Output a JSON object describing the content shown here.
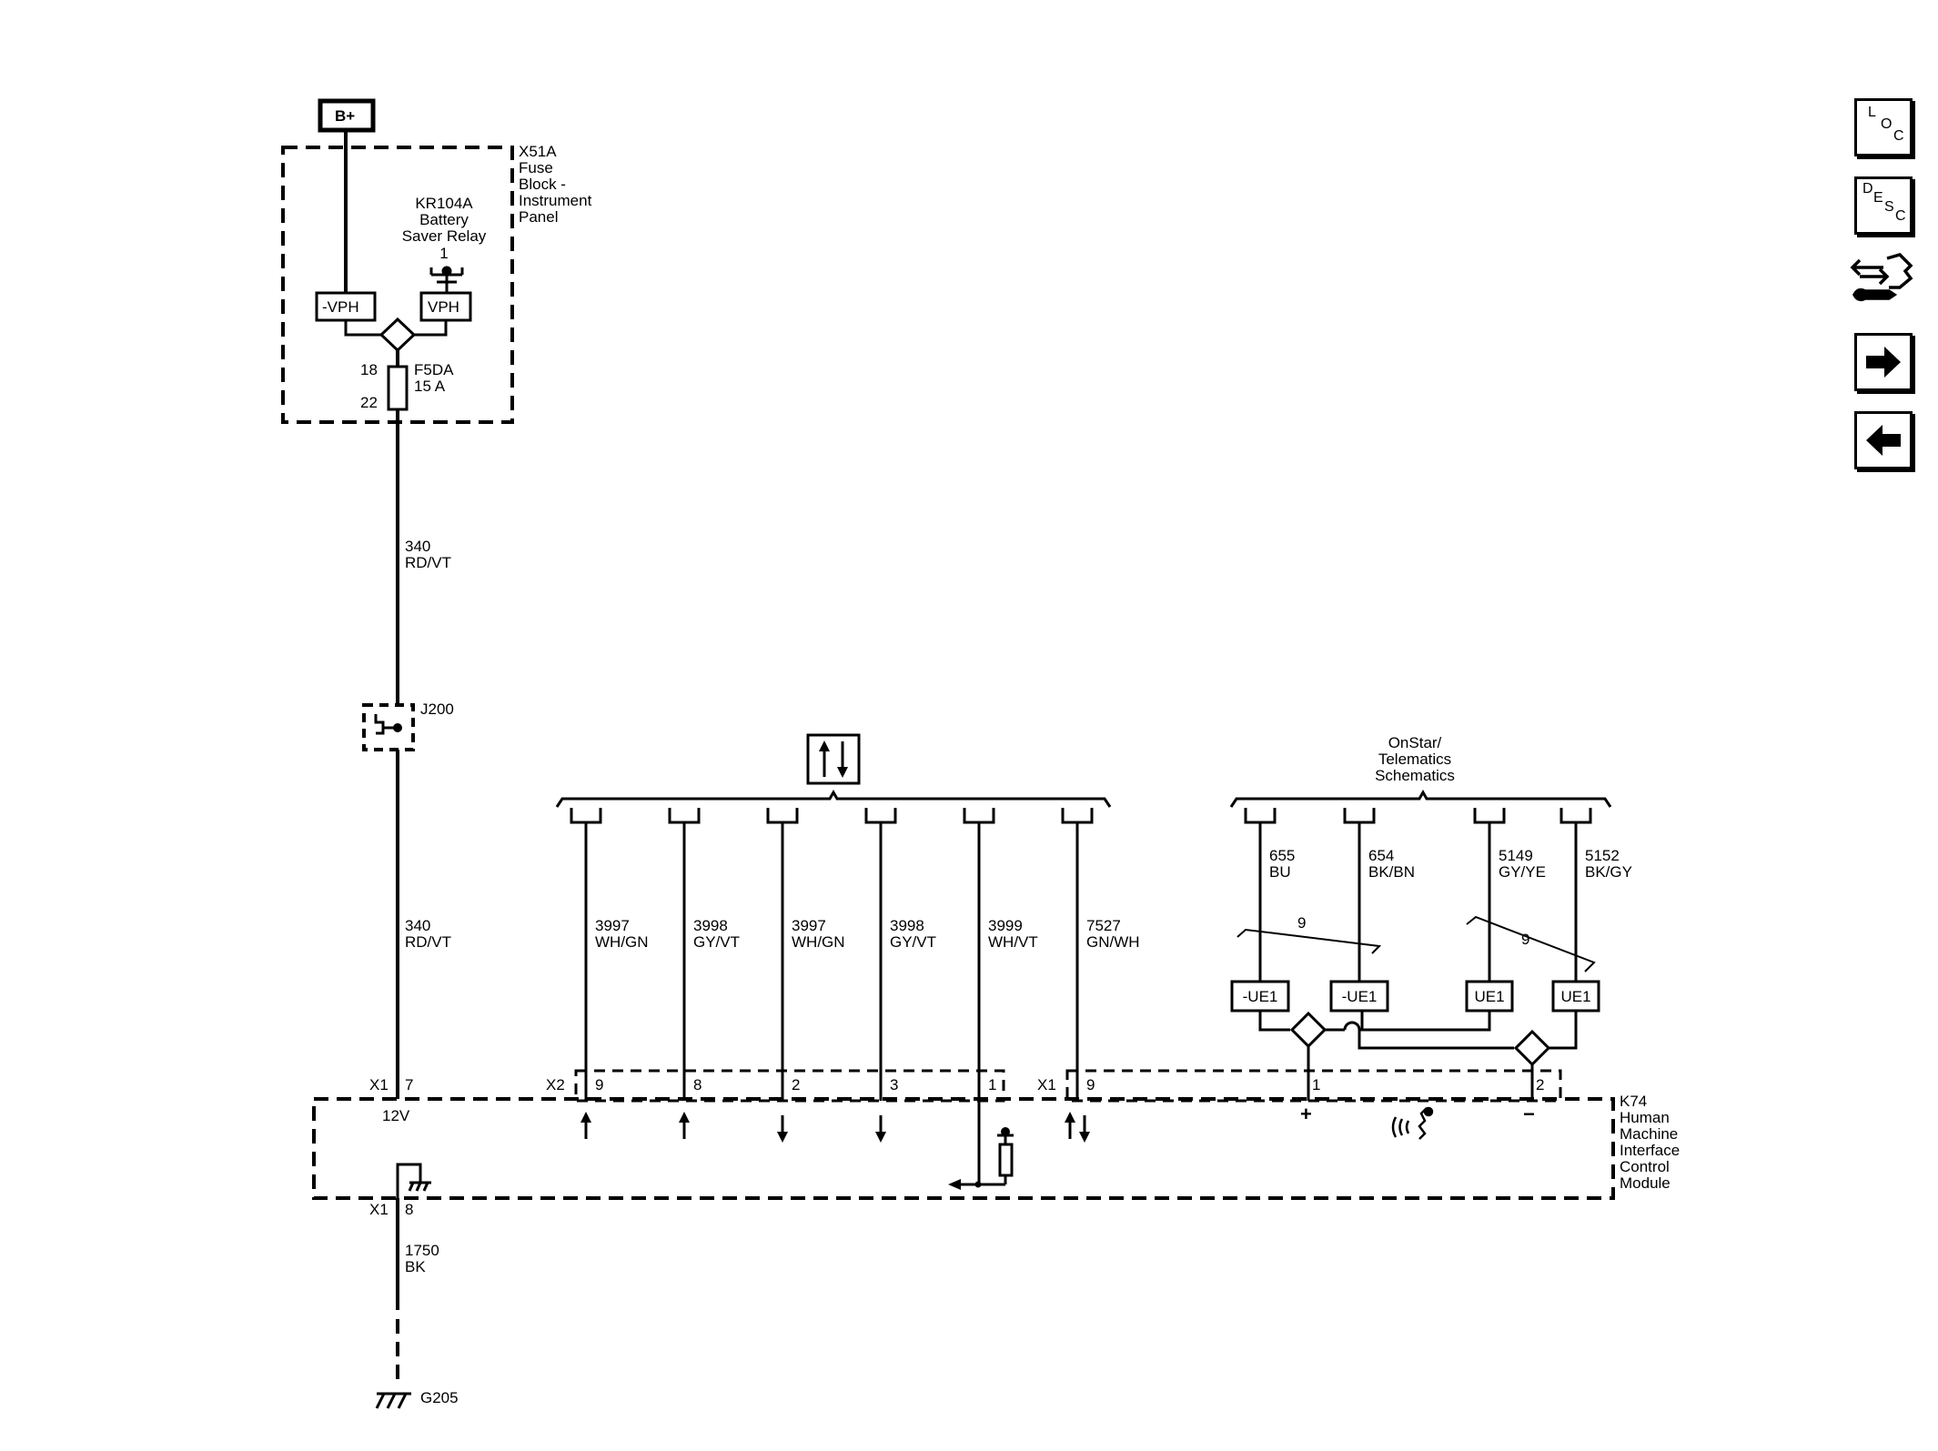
{
  "power": {
    "bplus": "B+"
  },
  "fuse_block": {
    "name_lines": [
      "X51A",
      "Fuse",
      "Block -",
      "Instrument",
      "Panel"
    ],
    "relay_lines": [
      "KR104A",
      "Battery",
      "Saver Relay",
      "1"
    ],
    "vph_neg": "-VPH",
    "vph": "VPH",
    "pin_top": "18",
    "pin_bottom": "22",
    "fuse_name": "F5DA",
    "fuse_rating": "15 A"
  },
  "wire_main": {
    "circuit": "340",
    "color": "RD/VT"
  },
  "splice": {
    "name": "J200"
  },
  "data_group": {
    "wires": [
      {
        "circuit": "3997",
        "color": "WH/GN",
        "pin": "9"
      },
      {
        "circuit": "3998",
        "color": "GY/VT",
        "pin": "8"
      },
      {
        "circuit": "3997",
        "color": "WH/GN",
        "pin": "2"
      },
      {
        "circuit": "3998",
        "color": "GY/VT",
        "pin": "3"
      },
      {
        "circuit": "3999",
        "color": "WH/VT",
        "pin": "1"
      },
      {
        "circuit": "7527",
        "color": "GN/WH",
        "pin": "9"
      }
    ],
    "connector_x2": "X2",
    "connector_x1": "X1"
  },
  "onstar": {
    "title_lines": [
      "OnStar/",
      "Telematics",
      "Schematics"
    ],
    "wires": [
      {
        "circuit": "655",
        "color": "BU"
      },
      {
        "circuit": "654",
        "color": "BK/BN"
      },
      {
        "circuit": "5149",
        "color": "GY/YE"
      },
      {
        "circuit": "5152",
        "color": "BK/GY"
      }
    ],
    "twist_left": "9",
    "twist_right": "9",
    "ue_labels": [
      "-UE1",
      "-UE1",
      "UE1",
      "UE1"
    ],
    "pin_left": "1",
    "pin_right": "2"
  },
  "module": {
    "name_lines": [
      "K74",
      "Human",
      "Machine",
      "Interface",
      "Control",
      "Module"
    ],
    "x1_top": "X1",
    "pin_top": "7",
    "voltage": "12V",
    "x1_bottom": "X1",
    "pin_bottom": "8",
    "plus": "+",
    "minus": "−"
  },
  "ground_wire": {
    "circuit": "1750",
    "color": "BK"
  },
  "ground": {
    "name": "G205"
  },
  "nav": {
    "loc": [
      "L",
      "O",
      "C"
    ],
    "desc": [
      "D",
      "E",
      "S",
      "C"
    ]
  }
}
